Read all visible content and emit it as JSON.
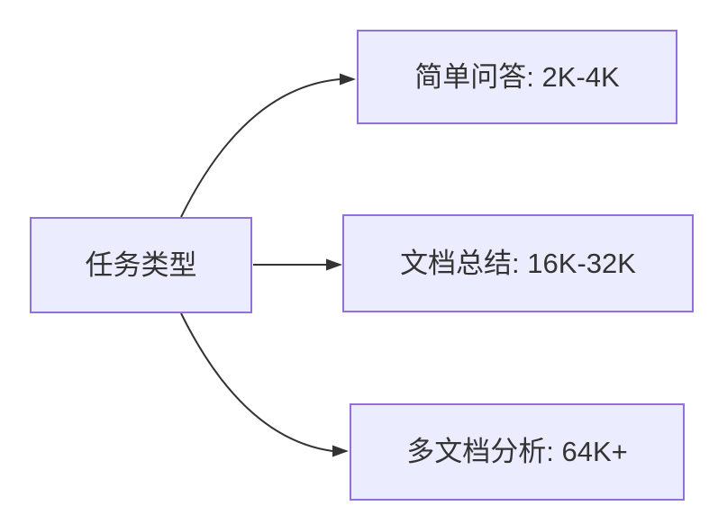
{
  "diagram": {
    "type": "flowchart",
    "direction": "left-to-right",
    "root": {
      "label": "任务类型"
    },
    "branches": [
      {
        "label": "简单问答: 2K-4K"
      },
      {
        "label": "文档总结: 16K-32K"
      },
      {
        "label": "多文档分析: 64K+"
      }
    ],
    "edges": [
      {
        "from": "任务类型",
        "to": "简单问答: 2K-4K"
      },
      {
        "from": "任务类型",
        "to": "文档总结: 16K-32K"
      },
      {
        "from": "任务类型",
        "to": "多文档分析: 64K+"
      }
    ],
    "colors": {
      "node_fill": "#ECECFF",
      "node_border": "#9370DB",
      "edge": "#333333",
      "text": "#333333",
      "background": "#FFFFFF"
    }
  }
}
